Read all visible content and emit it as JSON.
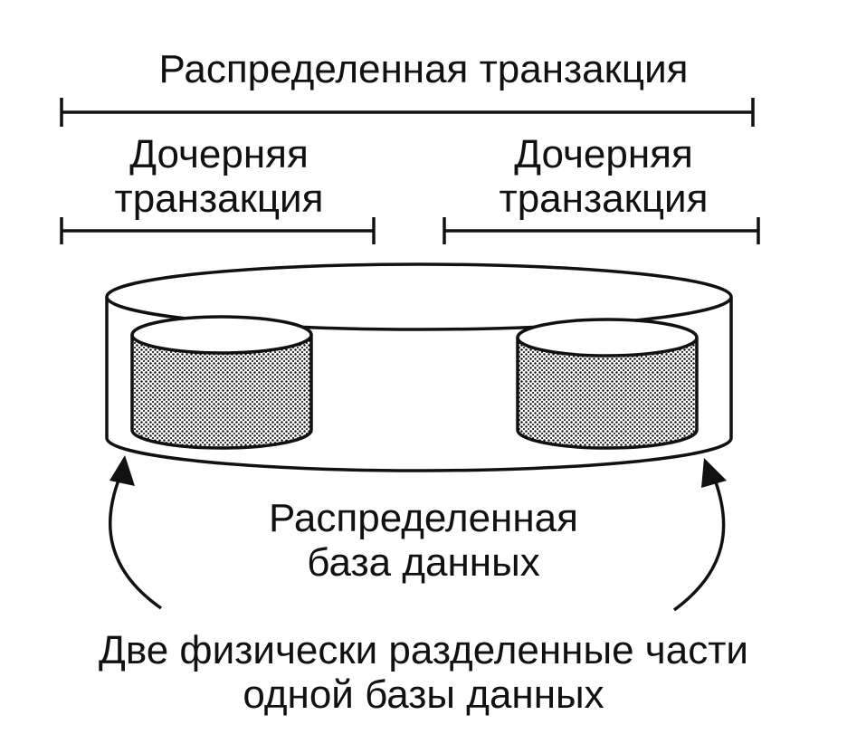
{
  "distributed_transaction": {
    "label": "Распределенная транзакция"
  },
  "child_transactions": [
    {
      "line1": "Дочерняя",
      "line2": "транзакция"
    },
    {
      "line1": "Дочерняя",
      "line2": "транзакция"
    }
  ],
  "distributed_database": {
    "line1": "Распределенная",
    "line2": "база данных"
  },
  "physical_parts": {
    "line1": "Две физически разделенные части",
    "line2": "одной базы данных"
  }
}
